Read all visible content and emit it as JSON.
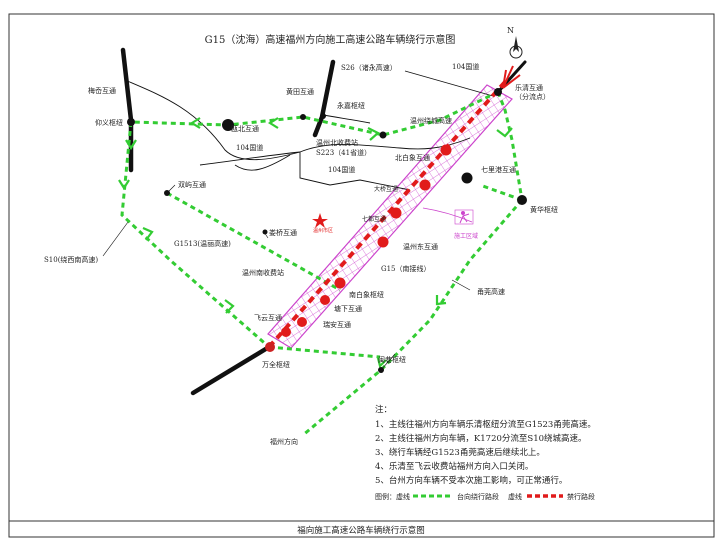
{
  "title": "G15（沈海）高速福州方向施工高速公路车辆绕行示意图",
  "footer_title": "福向施工高速公路车辆绕行示意图",
  "compass": "N",
  "colors": {
    "detour_green": "#33cc33",
    "closed_red": "#e11b1b",
    "construction_pink": "#cc44cc",
    "road_black": "#111111"
  },
  "labels": {
    "meiyu": "梅岙互通",
    "s26": "S26（诸永高速）",
    "huangtian": "黄田互通",
    "n104_top": "104国道",
    "yongjia": "永嘉枢纽",
    "yueqing": "乐清互通",
    "fenliu": "（分流点）",
    "yangyi": "仰义枢纽",
    "oubei": "瓯北互通",
    "n104_mid": "104国道",
    "jiangbei_toll": "温州北收费站",
    "s223": "S223（41省道）",
    "raocheng": "温州绕城高速",
    "n104_low": "104国道",
    "beibaixiang": "北白象互通",
    "qilixiang": "七里港互通",
    "shuangyu": "双屿互通",
    "dagu": "大桥互通",
    "huanghua": "黄华枢纽",
    "qidu": "七都互通",
    "wenzhou_city": "温州市区",
    "shigong": "施工区域",
    "g1513": "G1513(温丽高速)",
    "louqiao": "娄桥互通",
    "wenzhoudong": "温州东互通",
    "s10": "S10(绕西南高速)",
    "nantoll": "温州南收费站",
    "g15_south": "G15（南接线）",
    "yongjia_gs": "甬莞高速",
    "nanbaixiang": "南白象枢纽",
    "tangxia": "塘下互通",
    "ruian": "瑞安互通",
    "feiyun": "飞云互通",
    "wanquan": "万全枢纽",
    "aojiang": "闽巷枢纽",
    "fuzhou": "福州方向"
  },
  "notes": {
    "heading": "注：",
    "items": [
      "1、主线往福州方向车辆乐清枢纽分流至G1523甬莞高速。",
      "2、主线往福州方向车辆，K1720分流至S10绕城高速。",
      "3、绕行车辆经G1523甬莞高速后继续北上。",
      "4、乐清至飞云收费站福州方向入口关闭。",
      "5、台州方向车辆不受本次施工影响，可正常通行。"
    ],
    "legend_prefix": "图例：虚线",
    "legend_green": "台向绕行路段",
    "legend_mid": "虚线",
    "legend_red": "禁行路段"
  }
}
